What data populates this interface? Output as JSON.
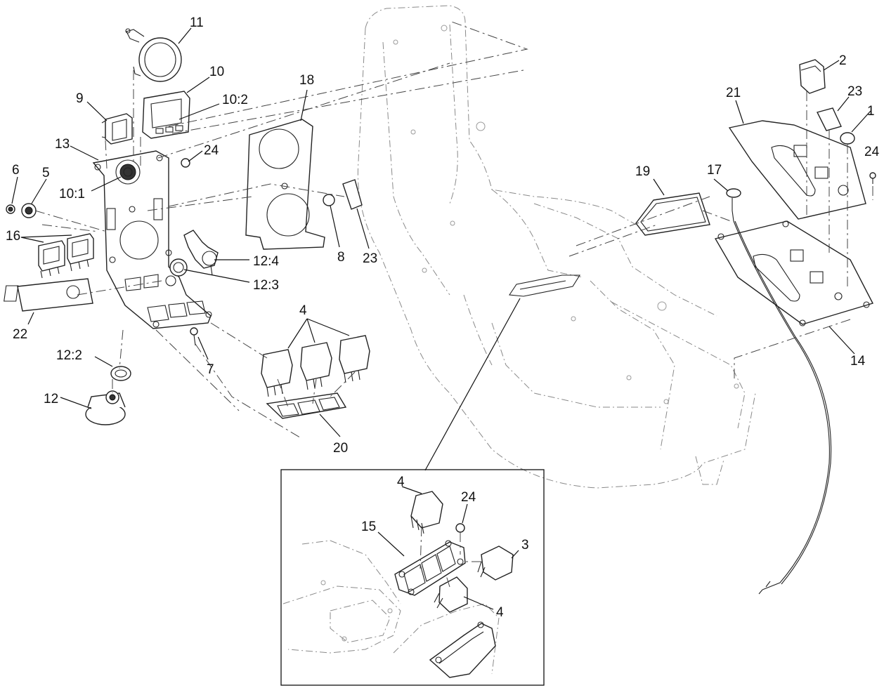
{
  "callouts": {
    "c11": "11",
    "c10": "10",
    "c10_2": "10:2",
    "c9": "9",
    "c13": "13",
    "c24_a": "24",
    "c6": "6",
    "c5": "5",
    "c10_1": "10:1",
    "c18": "18",
    "c16": "16",
    "c12_4": "12:4",
    "c12_3": "12:3",
    "c8": "8",
    "c23_a": "23",
    "c22": "22",
    "c7": "7",
    "c4_a": "4",
    "c12_2": "12:2",
    "c12": "12",
    "c20": "20",
    "c2": "2",
    "c21": "21",
    "c23_b": "23",
    "c1": "1",
    "c24_b": "24",
    "c17": "17",
    "c19": "19",
    "c14": "14",
    "c4_b": "4",
    "c24_c": "24",
    "c15": "15",
    "c3": "3",
    "c4_c": "4"
  }
}
